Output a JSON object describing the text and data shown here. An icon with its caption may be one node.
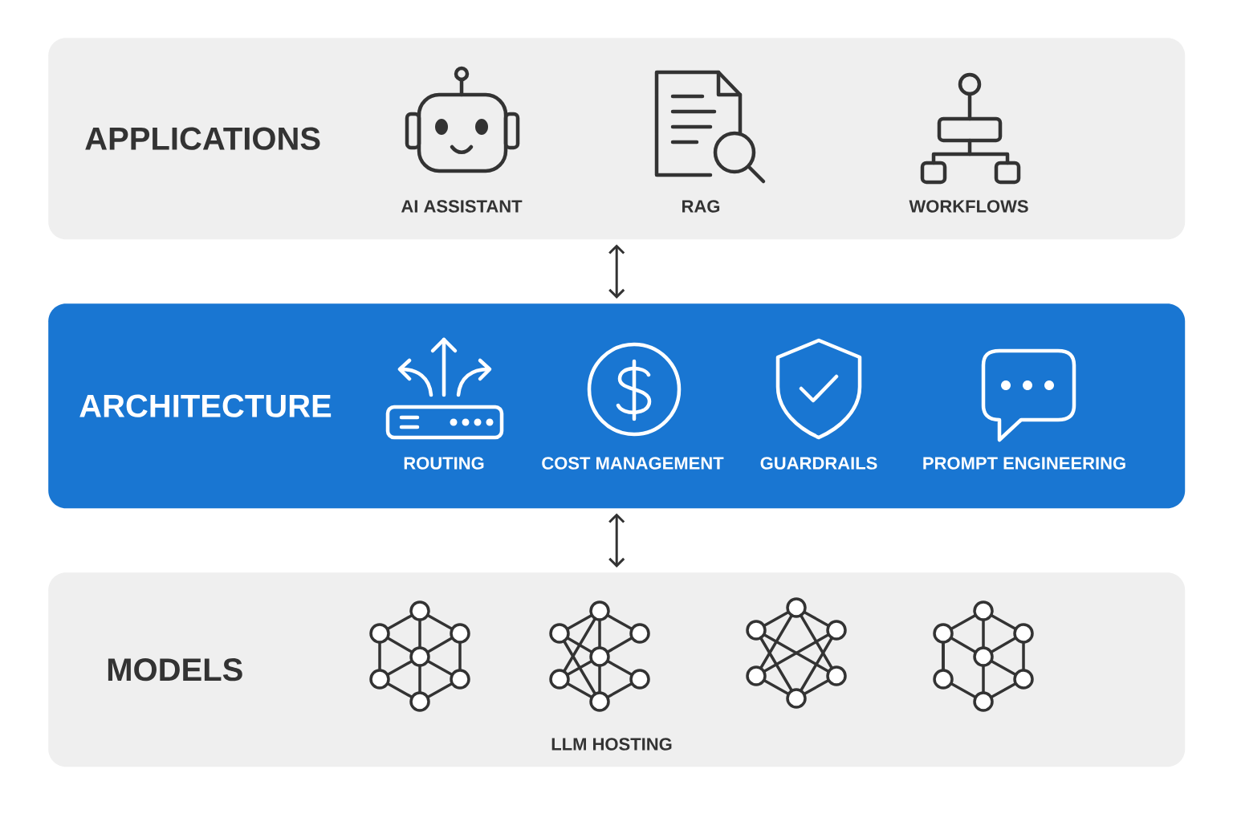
{
  "diagram": {
    "nodes": [
      {
        "text": [
          "APPLICATIONS"
        ]
      },
      {
        "text": [
          "ARCHITECTURE"
        ]
      },
      {
        "text": [
          "MODELS"
        ]
      },
      {
        "text": [
          "AI ASSISTANT"
        ],
        "in": 0
      },
      {
        "text": [
          "RAG"
        ],
        "in": 0
      },
      {
        "text": [
          "WORKFLOWS"
        ],
        "in": 0
      },
      {
        "text": [
          "ROUTING"
        ],
        "in": 1
      },
      {
        "text": [
          "COST MANAGEMENT"
        ],
        "in": 1
      },
      {
        "text": [
          "GUARDRAILS"
        ],
        "in": 1
      },
      {
        "text": [
          "PROMPT ENGINEERING"
        ],
        "in": 1
      },
      {
        "text": [
          "LLM HOSTING"
        ],
        "in": 2
      }
    ],
    "edges": [
      {
        "from": 0,
        "to": 1,
        "arrow": "both"
      },
      {
        "from": 1,
        "to": 2,
        "arrow": "both"
      }
    ]
  }
}
